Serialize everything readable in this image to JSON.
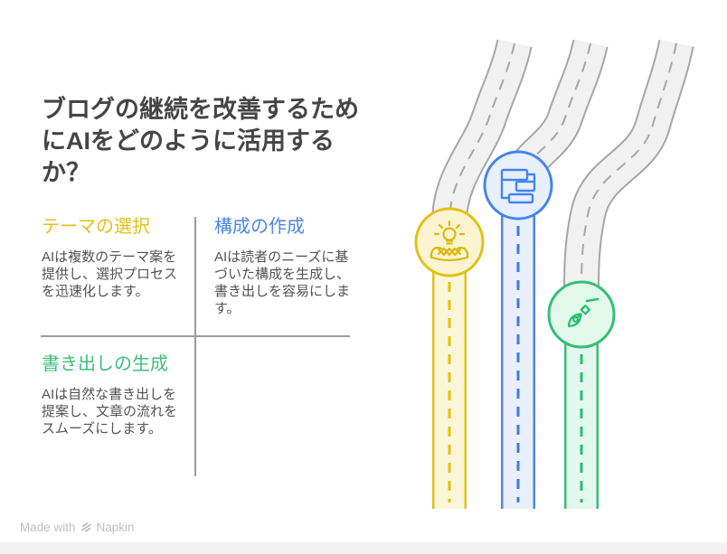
{
  "page": {
    "background": "#ffffff",
    "title": "ブログの継続を改善するためにAIをどのように活用するか？"
  },
  "sections": [
    {
      "id": "theme-selection",
      "heading": "テーマの選択",
      "body": "AIは複数のテーマ案を提供し、選択プロセスを迅速化します。",
      "accent_color": "#E2C013",
      "icon": "lightbulb-hands-icon",
      "lane": {
        "border": "#E3C01C",
        "fill": "#FBF6D9",
        "dash": "#E4C104",
        "circle_fill": "#FBF4D1",
        "circle_stroke": "#E2C015"
      }
    },
    {
      "id": "structure-creation",
      "heading": "構成の作成",
      "body": "AIは読者のニーズに基づいた構成を生成し、書き出しを容易にします。",
      "accent_color": "#4B86E8",
      "icon": "flowchart-icon",
      "lane": {
        "border": "#4E86E8",
        "fill": "#E9F0FC",
        "dash": "#3E7DE0",
        "circle_fill": "#E8F0FD",
        "circle_stroke": "#4484F0"
      }
    },
    {
      "id": "opening-generation",
      "heading": "書き出しの生成",
      "body": "AIは自然な書き出しを提案し、文章の流れをスムーズにします。",
      "accent_color": "#3FBE7B",
      "icon": "pen-nib-icon",
      "lane": {
        "border": "#3ABD7A",
        "fill": "#E4F9ED",
        "dash": "#27BE71",
        "circle_fill": "#E2F8EB",
        "circle_stroke": "#36BE78"
      }
    }
  ],
  "roadmap": {
    "gray_road_fill": "#F1F1F1",
    "gray_road_border": "#A6A6A6"
  },
  "footer": {
    "prefix": "Made with",
    "brand": "Napkin",
    "logo": "napkin-logo-icon"
  }
}
